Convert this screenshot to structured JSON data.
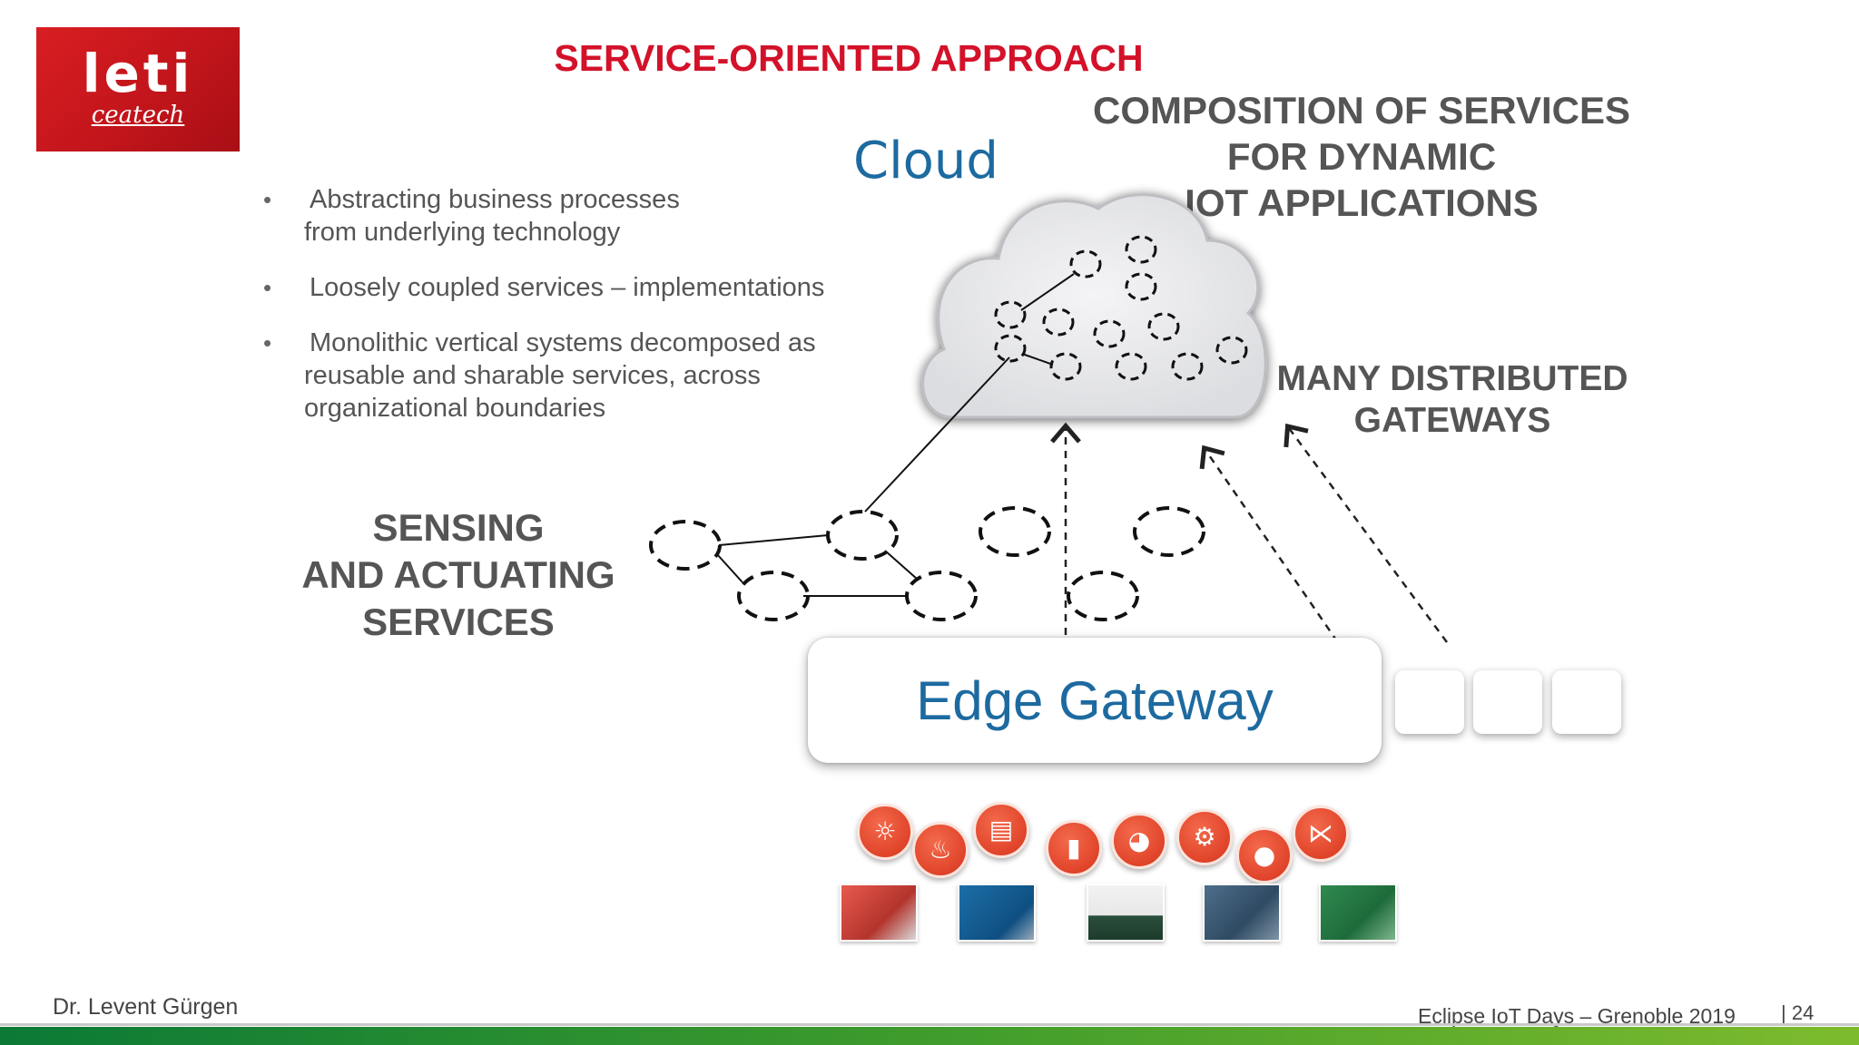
{
  "logo": {
    "main": "leti",
    "sub": "ceatech"
  },
  "title": "SERVICE-ORIENTED APPROACH",
  "composition_label": [
    "COMPOSITION OF SERVICES",
    "FOR DYNAMIC",
    "IOT APPLICATIONS"
  ],
  "cloud_label": "Cloud",
  "bullets": [
    {
      "lines": [
        "Abstracting business processes",
        "from underlying technology"
      ]
    },
    {
      "lines": [
        "Loosely coupled services – implementations"
      ]
    },
    {
      "lines": [
        "Monolithic vertical systems decomposed as",
        "reusable and sharable services, across",
        "organizational boundaries"
      ]
    }
  ],
  "sensing_label": [
    "SENSING",
    "AND ACTUATING",
    "SERVICES"
  ],
  "gateways_label": [
    "MANY DISTRIBUTED",
    "GATEWAYS"
  ],
  "edge_gateway_label": "Edge Gateway",
  "device_icons": [
    "lightbulb-icon",
    "flame-icon",
    "database-icon",
    "thermometer-icon",
    "gauge-icon",
    "gears-icon",
    "water-drop-icon",
    "antenna-icon"
  ],
  "device_boards": [
    "sensor-board",
    "arduino-board",
    "radio-module-board",
    "embedded-board",
    "gateway-board"
  ],
  "footer": {
    "presenter": "Dr. Levent Gürgen",
    "event": "Eclipse IoT Days – Grenoble 2019",
    "page": "| 24"
  },
  "colors": {
    "title_red": "#d3122a",
    "accent_blue": "#1d6aa0",
    "label_gray": "#555555",
    "icon_red": "#e0442a"
  }
}
